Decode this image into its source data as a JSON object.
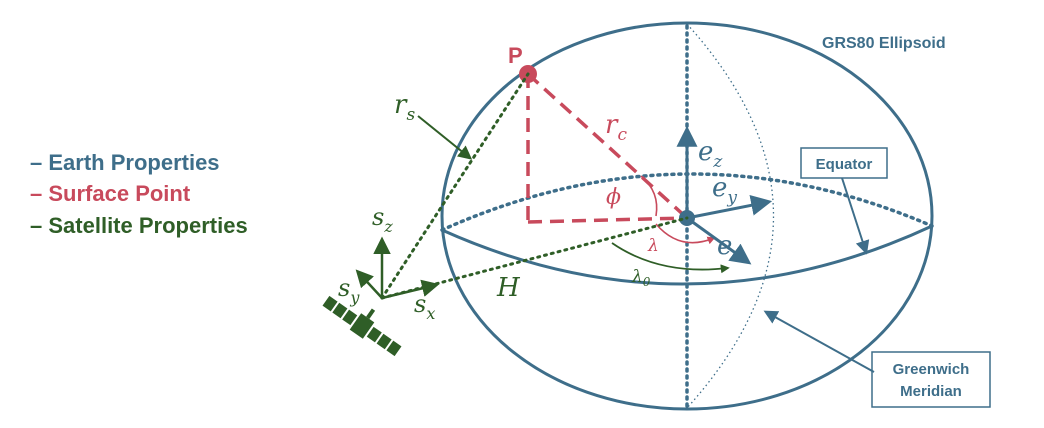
{
  "colors": {
    "earth": "#3e6e8a",
    "surface": "#c84a5c",
    "satellite": "#2f5e27"
  },
  "legend": [
    {
      "dash": "–",
      "label": "Earth Properties",
      "color": "#3e6e8a"
    },
    {
      "dash": "–",
      "label": "Surface Point",
      "color": "#c84a5c"
    },
    {
      "dash": "–",
      "label": "Satellite Properties",
      "color": "#2f5e27"
    }
  ],
  "ellipsoid_label": "GRS80 Ellipsoid",
  "equator_label": "Equator",
  "meridian_label": [
    "Greenwich",
    "Meridian"
  ],
  "point_label": "P",
  "symbols": {
    "r_s": {
      "base": "r",
      "sub": "s"
    },
    "r_c": {
      "base": "r",
      "sub": "c"
    },
    "phi": "ϕ",
    "lambda": "λ",
    "lambda0": {
      "base": "λ",
      "sub": "0"
    },
    "H": "H",
    "e_z": {
      "base": "e",
      "sub": "z"
    },
    "e_y": {
      "base": "e",
      "sub": "y"
    },
    "e_x": {
      "base": "e",
      "sub": "x"
    },
    "s_z": {
      "base": "s",
      "sub": "z"
    },
    "s_y": {
      "base": "s",
      "sub": "y"
    },
    "s_x": {
      "base": "s",
      "sub": "x"
    }
  },
  "icons": [
    "satellite-icon"
  ]
}
